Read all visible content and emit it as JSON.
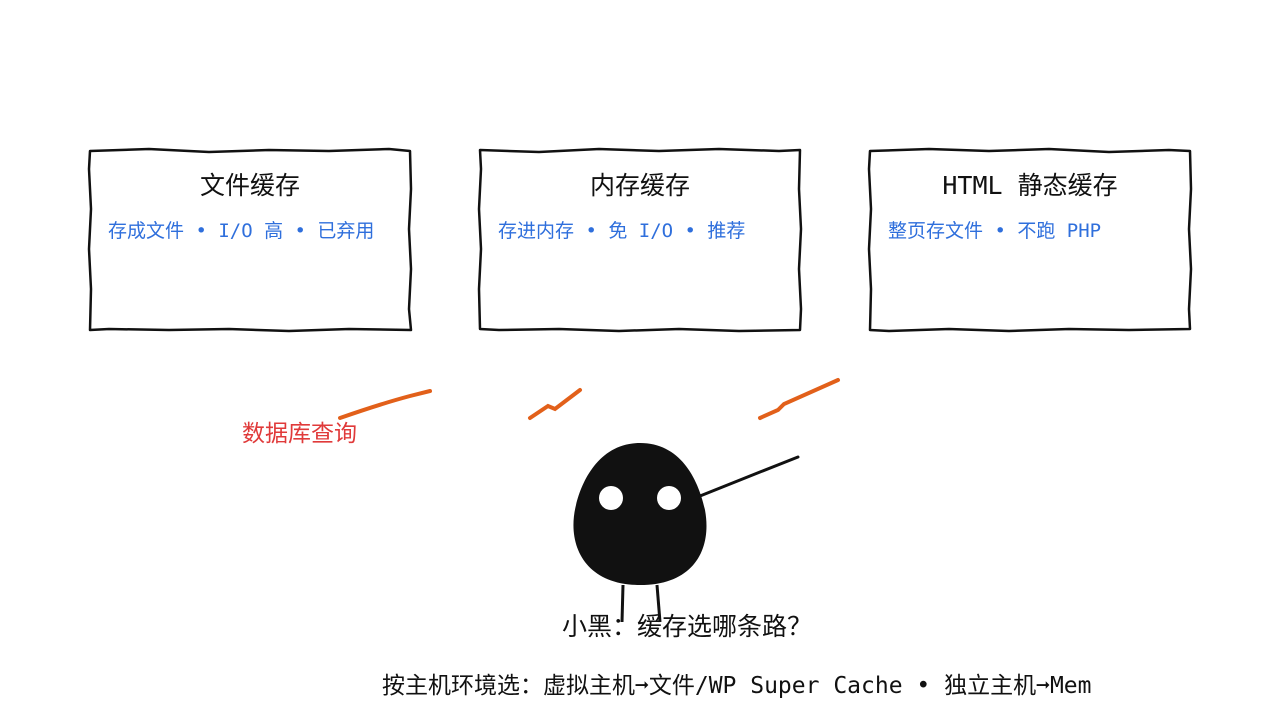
{
  "cards": [
    {
      "title": "文件缓存",
      "subtitle": "存成文件 • I/O 高 • 已弃用"
    },
    {
      "title": "内存缓存",
      "subtitle": "存进内存 • 免 I/O • 推荐"
    },
    {
      "title": "HTML 静态缓存",
      "subtitle": "整页存文件 • 不跑 PHP"
    }
  ],
  "db_label": "数据库查询",
  "character": {
    "name_question": "小黑：缓存选哪条路？"
  },
  "footer_advice": "按主机环境选：虚拟主机➞文件/WP Super Cache • 独立主机➞Mem",
  "colors": {
    "ink": "#111111",
    "accent_blue": "#2f6fdc",
    "accent_red": "#e03a3a",
    "arrow_orange": "#e2601a"
  }
}
